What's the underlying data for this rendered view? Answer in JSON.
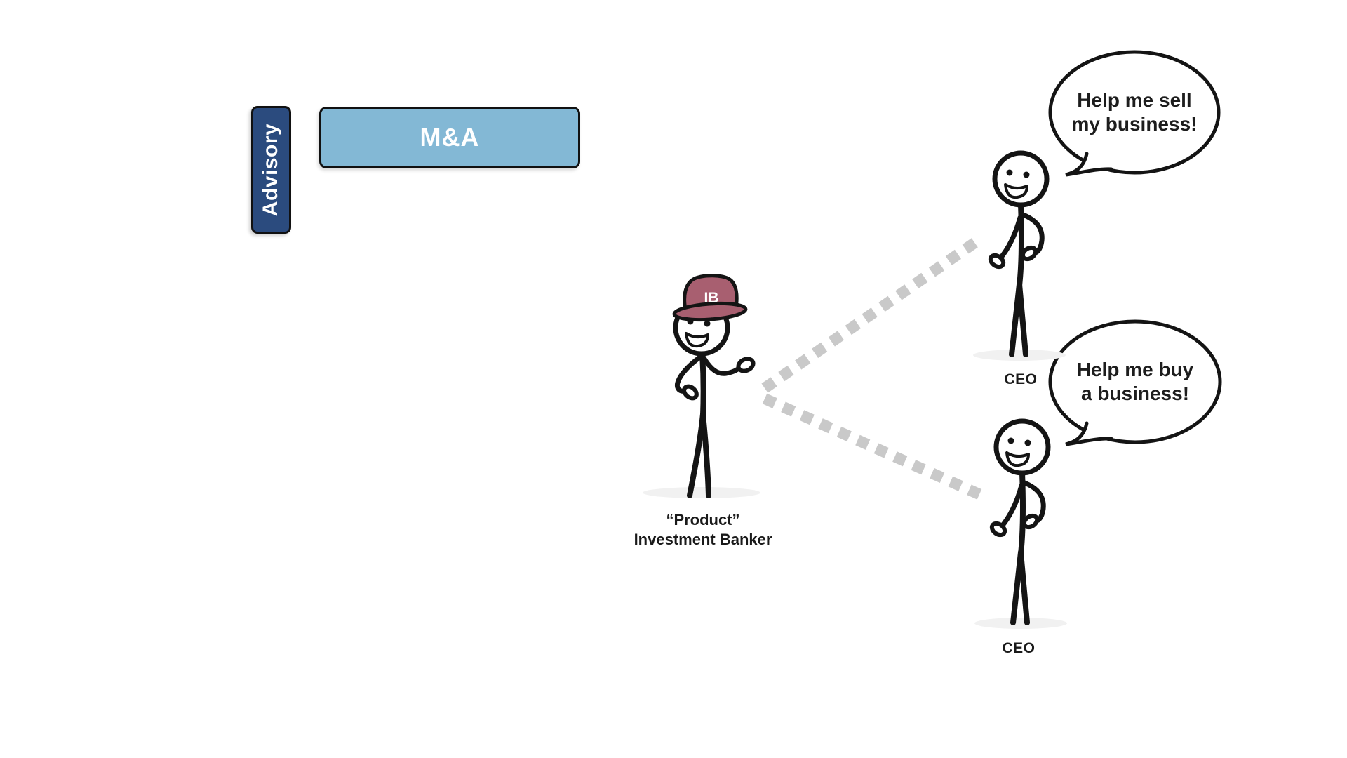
{
  "palette": {
    "advisory_bg": "#2b4b7e",
    "mna_bg": "#83b8d5",
    "hat": "#a85f70",
    "dash": "#c9c9c9",
    "ink": "#141414",
    "shadow": "#f1f1f1",
    "text": "#1d1d1d"
  },
  "advisory": {
    "label": "Advisory"
  },
  "mna": {
    "label": "M&A"
  },
  "banker": {
    "hat_label": "IB",
    "caption_line1": "“Product”",
    "caption_line2": "Investment Banker"
  },
  "ceo_top": {
    "caption": "CEO",
    "bubble_line1": "Help me sell",
    "bubble_line2": "my business!"
  },
  "ceo_bottom": {
    "caption": "CEO",
    "bubble_line1": "Help me buy",
    "bubble_line2": "a business!"
  }
}
